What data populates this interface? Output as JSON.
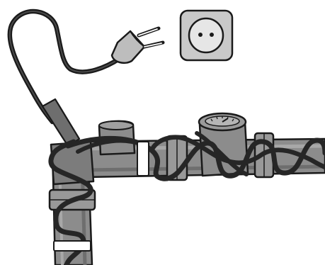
{
  "illustration": {
    "kind": "line-drawing",
    "palette": {
      "outline": "#1a1a1a",
      "pipe": "#8c8c8c",
      "pipe_shadow": "#6e6e6e",
      "pipe_light": "#a8a8a8",
      "cable": "#262626",
      "socket_plate": "#c9c9c9",
      "socket_face": "#e6e6e6",
      "plug_body": "#bdbdbd",
      "gauge_face": "#9a9a9a",
      "clamp": "#ffffff"
    },
    "objects": [
      "wall-socket",
      "power-plug",
      "heating-cable",
      "water-pipe",
      "water-meter"
    ]
  }
}
